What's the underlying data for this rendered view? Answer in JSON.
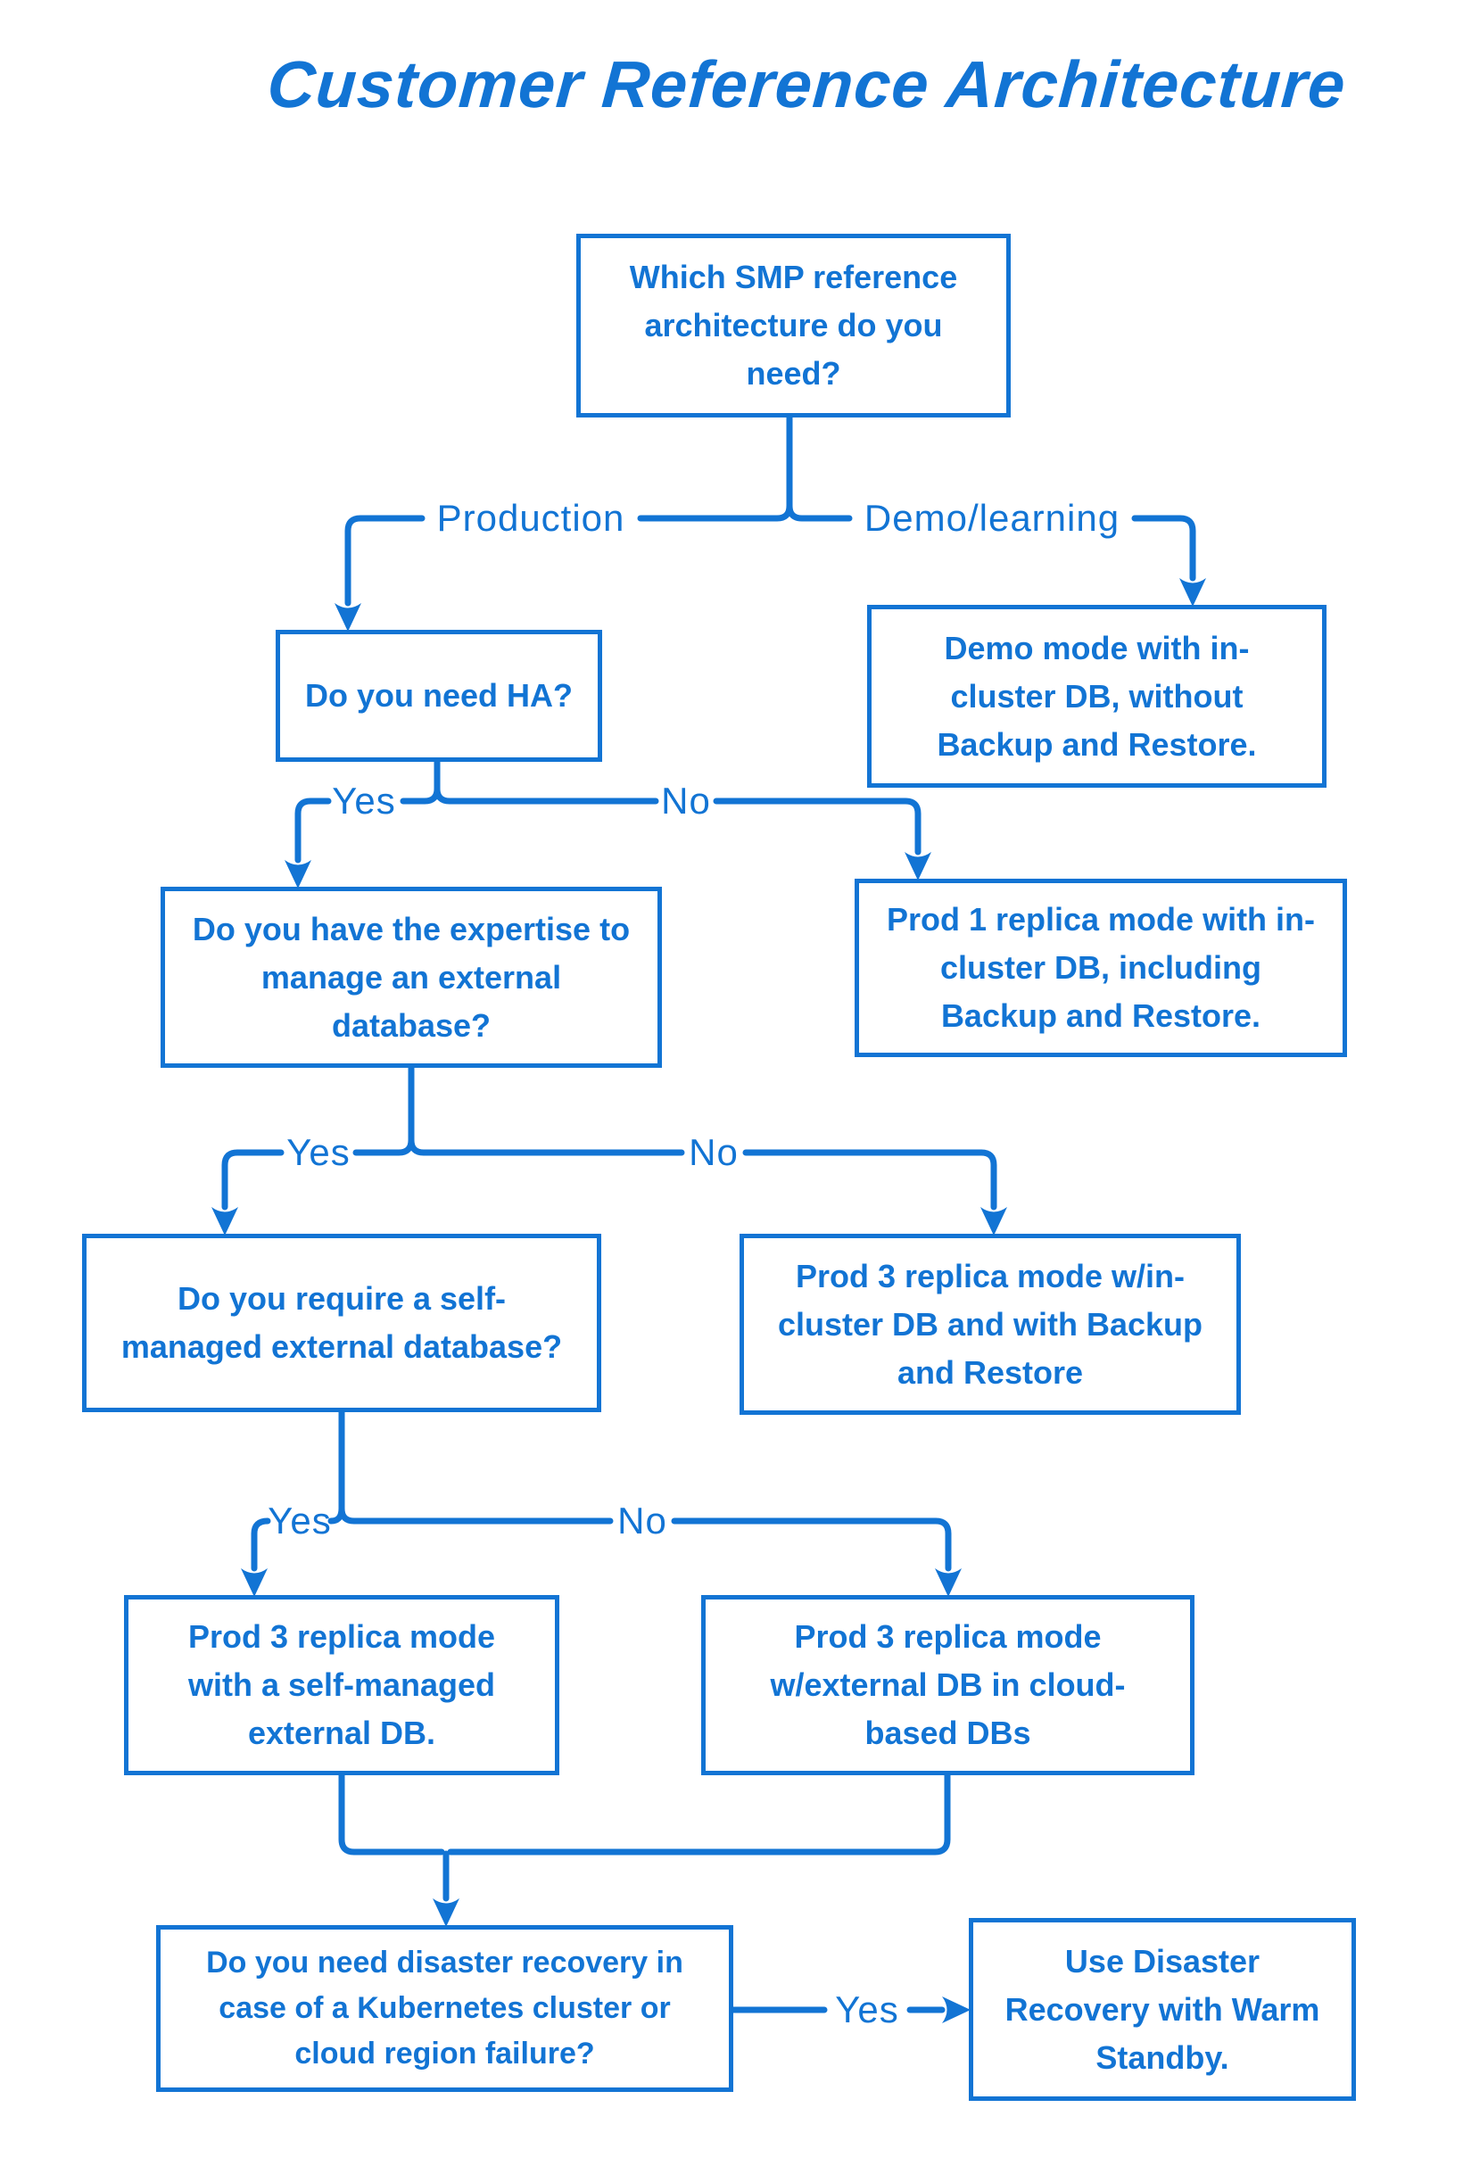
{
  "title": "Customer Reference Architecture",
  "colors": {
    "accent": "#1274d4",
    "background": "#ffffff"
  },
  "nodes": {
    "root_question": "Which SMP reference architecture do you need?",
    "ha_question": "Do you need HA?",
    "demo_result": "Demo mode with in-cluster DB, without Backup and Restore.",
    "expertise_question": "Do you have the expertise to manage an external database?",
    "prod1_result": "Prod 1 replica mode with in-cluster DB, including Backup and Restore.",
    "self_managed_question": "Do you require a self-managed external database?",
    "prod3_incluster_result": "Prod 3 replica mode w/in-cluster DB and with Backup and Restore",
    "prod3_self_managed_result": "Prod 3 replica mode with a self-managed external DB.",
    "prod3_cloud_result": "Prod 3 replica mode w/external DB in cloud-based DBs",
    "dr_question": "Do you need disaster recovery in case of a Kubernetes cluster or cloud region failure?",
    "dr_result": "Use Disaster Recovery with Warm Standby."
  },
  "labels": {
    "production": "Production",
    "demo_learning": "Demo/learning",
    "yes": "Yes",
    "no": "No"
  }
}
